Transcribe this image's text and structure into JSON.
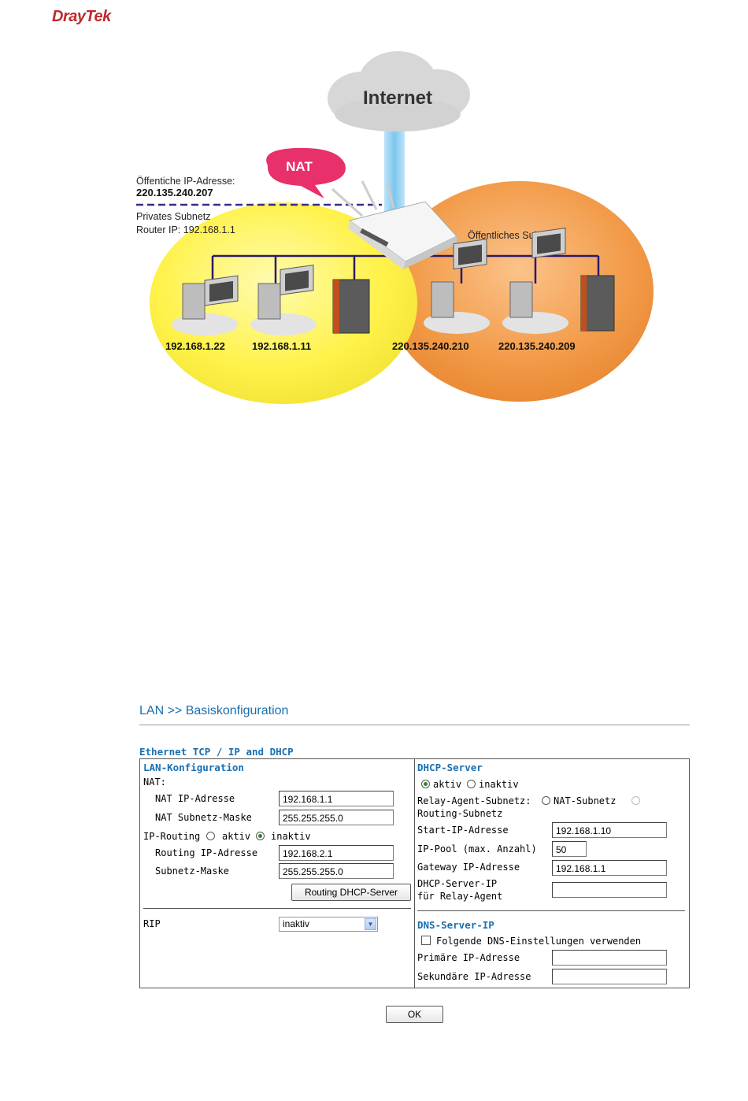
{
  "brand": {
    "logo": "DrayTek"
  },
  "diagram": {
    "cloud_label": "Internet",
    "nat_bubble": "NAT",
    "public_ip_label": "Öffentiche IP-Adresse:",
    "public_ip": "220.135.240.207",
    "private_subnet_label": "Privates Subnetz",
    "router_ip_label": "Router IP: 192.168.1.1",
    "public_subnet_label": "Öffentliches Subnetz",
    "hosts": [
      "192.168.1.22",
      "192.168.1.11",
      "220.135.240.210",
      "220.135.240.209"
    ],
    "colors": {
      "private_zone": "#fff24a",
      "public_zone": "#f29a48",
      "line": "#2b1a6e",
      "dash": "#3a2b8c"
    }
  },
  "page": {
    "title": "LAN >> Basiskonfiguration",
    "section": "Ethernet TCP / IP and DHCP"
  },
  "lan": {
    "heading": "LAN-Konfiguration",
    "nat_label": "NAT:",
    "nat_ip_label": "NAT IP-Adresse",
    "nat_ip": "192.168.1.1",
    "nat_mask_label": "NAT Subnetz-Maske",
    "nat_mask": "255.255.255.0",
    "ip_routing_label": "IP-Routing",
    "ip_routing_on": "aktiv",
    "ip_routing_off": "inaktiv",
    "routing_ip_label": "Routing IP-Adresse",
    "routing_ip": "192.168.2.1",
    "routing_mask_label": "Subnetz-Maske",
    "routing_mask": "255.255.255.0",
    "routing_dhcp_button": "Routing DHCP-Server",
    "rip_label": "RIP",
    "rip_value": "inaktiv"
  },
  "dhcp": {
    "heading": "DHCP-Server",
    "on": "aktiv",
    "off": "inaktiv",
    "relay_label": "Relay-Agent-Subnetz:",
    "relay_nat": "NAT-Subnetz",
    "relay_routing": "Routing-Subnetz",
    "start_ip_label": "Start-IP-Adresse",
    "start_ip": "192.168.1.10",
    "pool_label": "IP-Pool (max. Anzahl)",
    "pool": "50",
    "gateway_label": "Gateway IP-Adresse",
    "gateway": "192.168.1.1",
    "relay_server_label_1": "DHCP-Server-IP",
    "relay_server_label_2": "für Relay-Agent",
    "relay_server": ""
  },
  "dns": {
    "heading": "DNS-Server-IP",
    "use_custom": "Folgende DNS-Einstellungen verwenden",
    "primary_label": "Primäre IP-Adresse",
    "primary": "",
    "secondary_label": "Sekundäre IP-Adresse",
    "secondary": ""
  },
  "actions": {
    "ok": "OK"
  }
}
